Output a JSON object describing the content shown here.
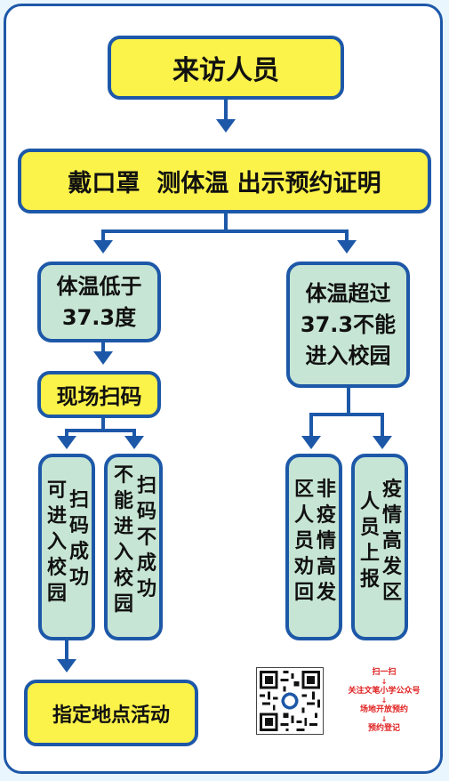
{
  "boxes": {
    "visitor": "来访人员",
    "requirement": "戴口罩  测体温 出示预约证明",
    "low_temp": [
      "体温低于",
      "37.3度"
    ],
    "high_temp": [
      "体温超过",
      "37.3不能",
      "进入校园"
    ],
    "scan": "现场扫码",
    "scan_ok": {
      "col1": "扫码成功",
      "col2": "可进入校园"
    },
    "scan_fail": {
      "col1": "扫码不成功",
      "col2": "不能进入校园"
    },
    "non_risk": {
      "col1": "非疫情高发",
      "col2": "区人员劝回"
    },
    "risk": {
      "col1": "疫情高发区",
      "col2": "人员上报"
    },
    "activity": "指定地点活动"
  },
  "qr_steps": [
    "扫一扫",
    "关注文笔小学公众号",
    "场地开放预约",
    "预约登记"
  ],
  "colors": {
    "border": "#1d58a8",
    "yellow": "#fbf24a",
    "green": "#c7e5d4",
    "red": "#e02020"
  }
}
